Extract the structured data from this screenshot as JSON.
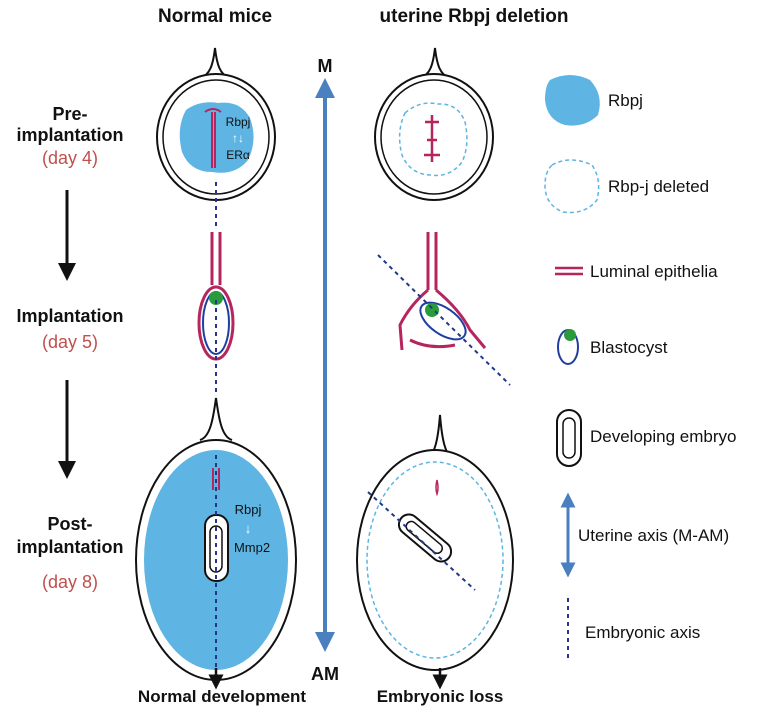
{
  "headers": {
    "normal": "Normal mice",
    "deletion": "uterine Rbpj deletion"
  },
  "stages": [
    {
      "name": "Pre-",
      "name2": "implantation",
      "day": "(day 4)"
    },
    {
      "name": "Implantation",
      "day": "(day 5)"
    },
    {
      "name": "Post-",
      "name2": "implantation",
      "day": "(day 8)"
    }
  ],
  "axis": {
    "top": "M",
    "bottom": "AM"
  },
  "inner_labels": {
    "pre": {
      "a": "Rbpj",
      "arrows": "↑↓",
      "b": "ERα"
    },
    "post": {
      "a": "Rbpj",
      "arrow": "↓",
      "b": "Mmp2"
    }
  },
  "legend": [
    {
      "label": "Rbpj",
      "icon": "blue-blob-icon"
    },
    {
      "label": "Rbp-j deleted",
      "icon": "dashed-blob-icon"
    },
    {
      "label": "Luminal epithelia",
      "icon": "double-line-icon"
    },
    {
      "label": "Blastocyst",
      "icon": "blastocyst-icon"
    },
    {
      "label": "Developing embryo",
      "icon": "embryo-icon"
    },
    {
      "label": "Uterine axis (M-AM)",
      "icon": "double-arrow-icon"
    },
    {
      "label": "Embryonic axis",
      "icon": "dashed-line-icon"
    }
  ],
  "outcomes": {
    "normal": "Normal development",
    "deletion": "Embryonic loss"
  },
  "colors": {
    "rbpj": "#5eb4e2",
    "epithelia": "#b5265e",
    "blastocyst_ring": "#1f3fa0",
    "blastocyst_mass": "#2a9b3c",
    "axis_arrow": "#4a7fc0",
    "embryo_axis": "#22378a",
    "day_text": "#c0504d"
  }
}
